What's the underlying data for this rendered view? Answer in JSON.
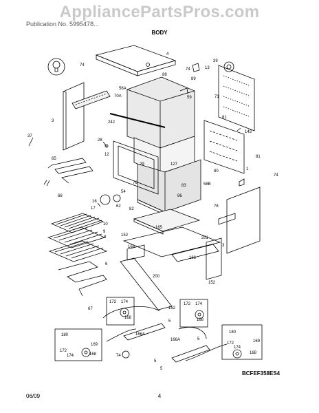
{
  "header": {
    "watermark": "AppliancePartsPros.com",
    "model_line": "Publication No. 5995478...",
    "section_title": "BODY"
  },
  "footer": {
    "date": "06/09",
    "page": "4"
  },
  "diagram_code": "BCFEF358ES4",
  "labels": {
    "l74a": "74",
    "l4": "4",
    "l39": "39",
    "l13": "13",
    "l74b": "74",
    "l88": "88",
    "l89": "89",
    "l71": "71",
    "l3a": "3",
    "l56a": "56A",
    "l70a": "70A",
    "l59": "59",
    "l242": "242",
    "l81a": "81",
    "l143": "143",
    "l37": "37",
    "l28": "28",
    "l12": "12",
    "l65": "65",
    "l29": "29",
    "l127": "127",
    "l80": "80",
    "l1": "1",
    "l81b": "81",
    "l76": "76",
    "l83": "83",
    "l58b": "58B",
    "l74c": "74",
    "l54": "54",
    "l16": "16",
    "l86": "86",
    "l68": "68",
    "l17": "17",
    "l62": "62",
    "l82": "82",
    "l78": "78",
    "l10": "10",
    "l9": "9",
    "l165": "165",
    "l8": "8",
    "l152a": "152",
    "l201": "201",
    "l3b": "3",
    "l166a": "166",
    "l166b": "166",
    "l6": "6",
    "l200": "200",
    "l152b": "152",
    "l67": "67",
    "l152c": "152",
    "l172a": "172",
    "l174a": "174",
    "l168a": "168",
    "l172b": "172",
    "l174b": "174",
    "l168b": "168",
    "l5a": "5",
    "l5b": "5",
    "l166c": "166A",
    "l166d": "166A",
    "l180a": "180",
    "l172c": "172",
    "l174c": "174",
    "l169a": "169",
    "l168c": "168",
    "l180b": "180",
    "l172d": "172",
    "l174d": "174",
    "l169b": "169",
    "l168d": "168",
    "l5c": "5",
    "l5d": "5",
    "l74d": "74"
  }
}
